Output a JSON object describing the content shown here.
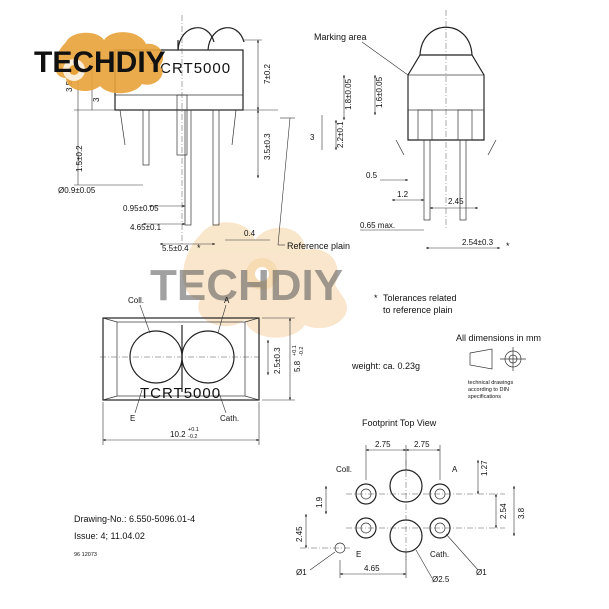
{
  "watermark": {
    "brand_top": "TECHDIY",
    "brand_center": "TECHDIY",
    "brand_color": "#e8a23a",
    "text_color": "#111111"
  },
  "part_marking": "TCRT5000",
  "side_view": {
    "dims": {
      "d_3_5": "3.5±0.2",
      "d_3": "3",
      "d_1_5": "1.5±0.2",
      "d_pin_dia": "Ø0.9±0.05",
      "d_0_95": "0.95±0.05",
      "d_4_65": "4.65±0.1",
      "d_5_5": "5.5±0.4",
      "d_5_5_mark": "*",
      "d_0_4": "0.4",
      "d_7": "7±0.2",
      "d_3_5b": "3.5±0.3"
    },
    "reference_plain": "Reference plain"
  },
  "end_view": {
    "marking_area": "Marking area",
    "dims": {
      "d_1_8": "1.8±0.05",
      "d_1_6": "1.6±0.05",
      "d_2_2": "2.2±0.1",
      "d_3": "3",
      "d_0_5": "0.5",
      "d_1_2": "1.2",
      "d_2_45": "2.45",
      "d_0_65": "0.65 max.",
      "d_2_54": "2.54±0.3",
      "d_2_54_mark": "*"
    }
  },
  "top_view": {
    "coll": "Coll.",
    "a": "A",
    "e": "E",
    "cath": "Cath.",
    "dims": {
      "d_2_5": "2.5±0.3",
      "d_5_8": "5.8",
      "d_5_8_tol_upper": "+0.1",
      "d_5_8_tol_lower": "-0.2",
      "d_10_2": "10.2",
      "d_10_2_tol_upper": "+0.1",
      "d_10_2_tol_lower": "-0.2"
    }
  },
  "notes": {
    "tolerances_line1": "Tolerances related",
    "tolerances_line2": "to reference plain",
    "tolerances_mark": "*",
    "weight": "weight: ca. 0.23g",
    "all_dims": "All dimensions in mm",
    "tech_line1": "technical drawings",
    "tech_line2": "according to DIN",
    "tech_line3": "specifications"
  },
  "drawing_info": {
    "drawing_no": "Drawing-No.: 6.550-5096.01-4",
    "issue": "Issue: 4;  11.04.02",
    "small_code": "96 12073"
  },
  "footprint": {
    "title": "Footprint Top View",
    "coll": "Coll.",
    "a": "A",
    "e": "E",
    "cath": "Cath.",
    "dims": {
      "d_2_75a": "2.75",
      "d_2_75b": "2.75",
      "d_1_27": "1.27",
      "d_1_9": "1.9",
      "d_2_54": "2.54",
      "d_3_8": "3.8",
      "d_2_45": "2.45",
      "d_4_65": "4.65",
      "d_phi1a": "Ø1",
      "d_phi2_5": "Ø2.5",
      "d_phi1b": "Ø1"
    }
  }
}
